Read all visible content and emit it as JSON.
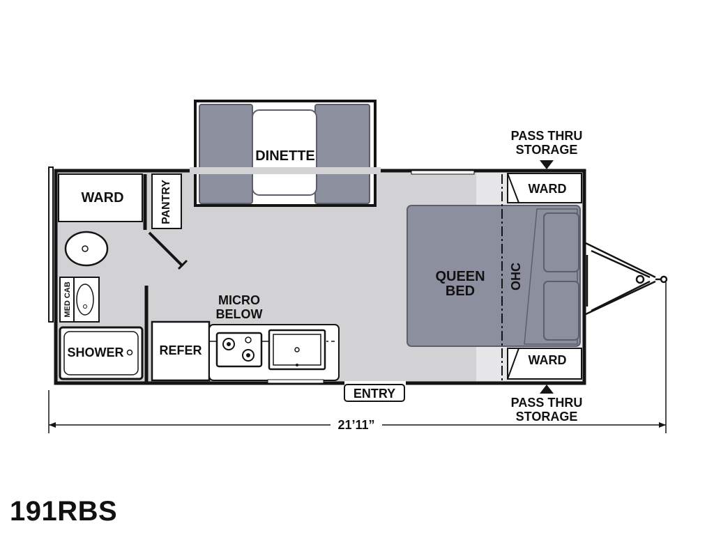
{
  "model": "191RBS",
  "overall_length": "21’11”",
  "colors": {
    "wall": "#141414",
    "floor": "#d2d2d4",
    "furniture": "#8c8f9e",
    "furniture_dark": "#5c5f6b",
    "cabinet": "#ffffff",
    "background": "#ffffff"
  },
  "rooms": {
    "dinette": "DINETTE",
    "ward_bath": "WARD",
    "pantry": "PANTRY",
    "med_cab": "MED CAB",
    "shower": "SHOWER",
    "refer": "REFER",
    "micro_line1": "MICRO",
    "micro_line2": "BELOW",
    "queen_line1": "QUEEN",
    "queen_line2": "BED",
    "ohc": "OHC",
    "ward_top": "WARD",
    "ward_bottom": "WARD",
    "entry": "ENTRY"
  },
  "storage": {
    "top_line1": "PASS THRU",
    "top_line2": "STORAGE",
    "bottom_line1": "PASS THRU",
    "bottom_line2": "STORAGE"
  }
}
